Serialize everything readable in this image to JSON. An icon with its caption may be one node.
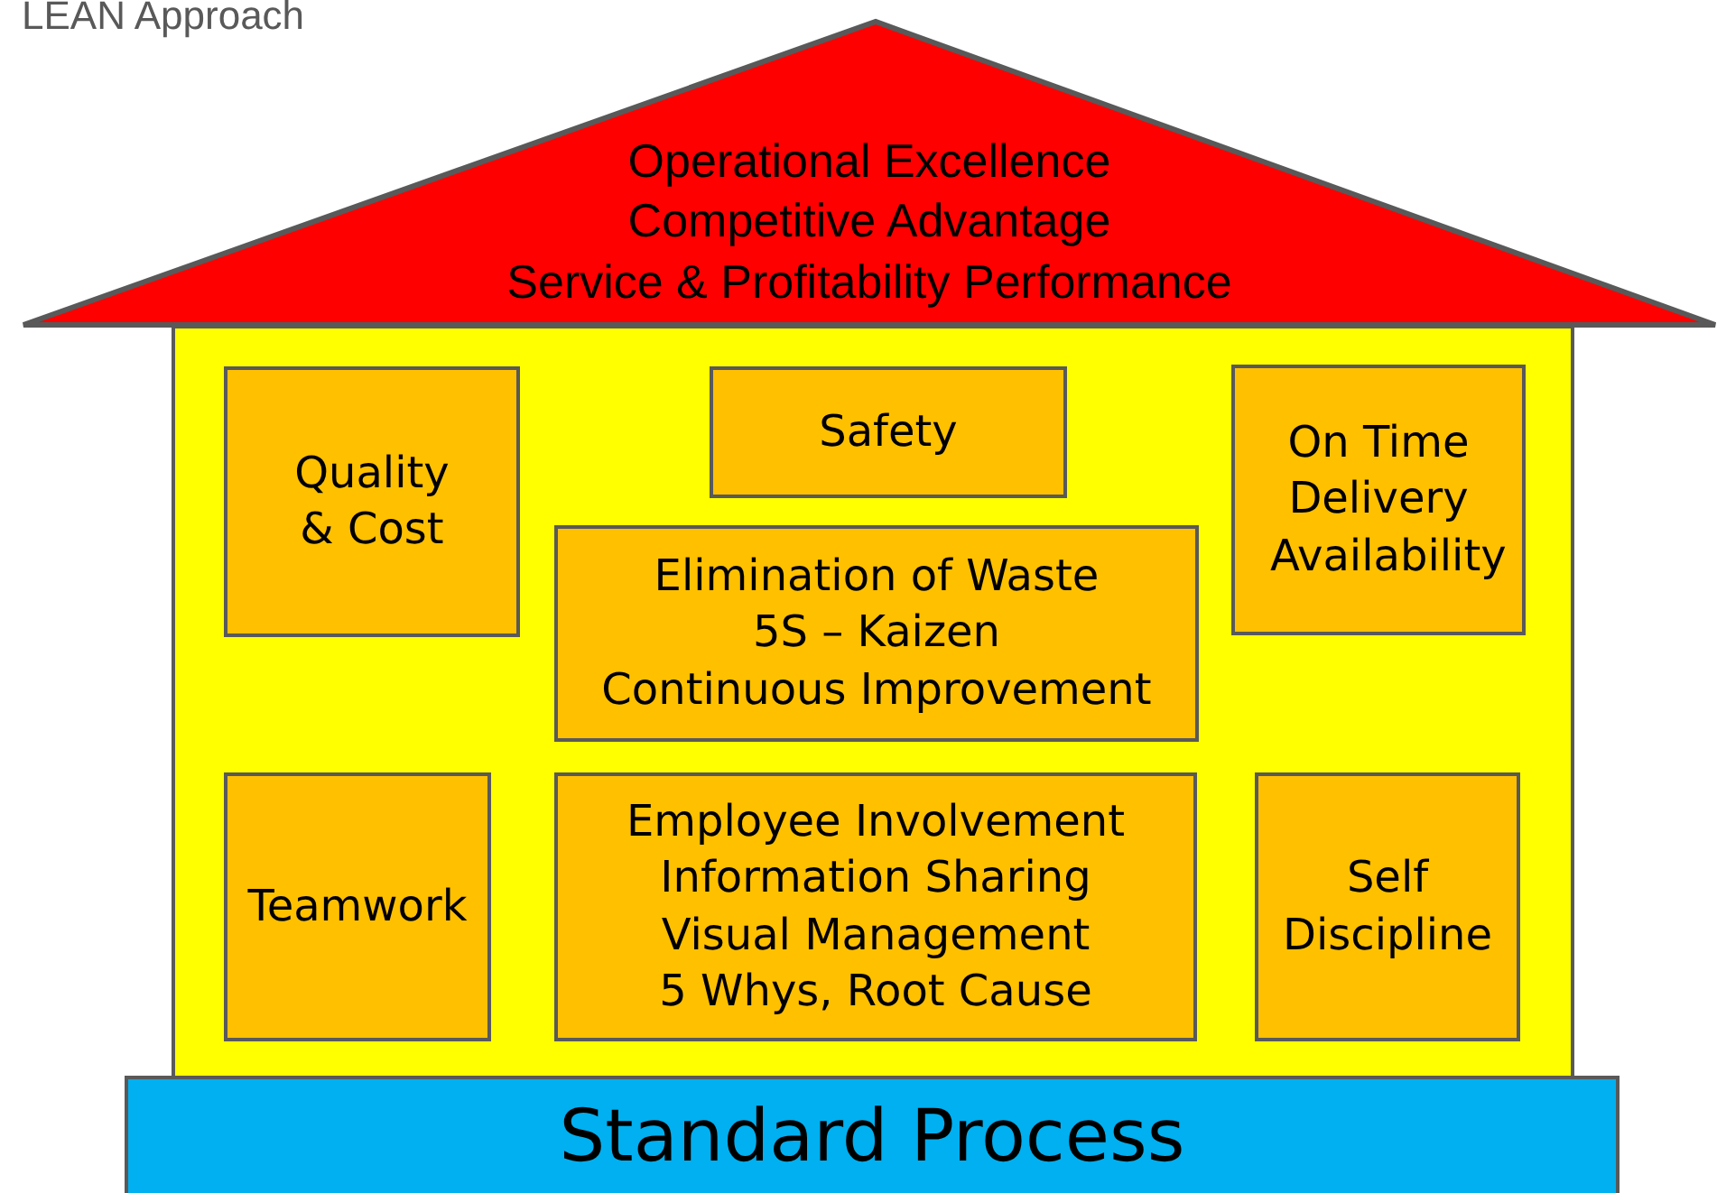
{
  "diagram": {
    "title": "LEAN Approach",
    "nodes": [
      {
        "text": [
          "Operational Excellence",
          "Competitive Advantage",
          "Service & Profitability Performance"
        ]
      },
      {
        "text": [],
        "shape": "box"
      },
      {
        "text": [
          "Quality & Cost"
        ],
        "in": 1
      },
      {
        "text": [
          "Safety"
        ],
        "in": 1
      },
      {
        "text": [
          "On Time Delivery",
          "Availability"
        ],
        "in": 1
      },
      {
        "text": [
          "Elimination of Waste",
          "5S – Kaizen",
          "Continuous Improvement"
        ],
        "in": 1
      },
      {
        "text": [
          "Teamwork"
        ],
        "in": 1
      },
      {
        "text": [
          "Employee Involvement",
          "Information Sharing",
          "Visual Management",
          "5 Whys, Root Cause"
        ],
        "in": 1
      },
      {
        "text": [
          "Self Discipline"
        ],
        "in": 1
      },
      {
        "text": [
          "Standard Process"
        ]
      }
    ],
    "edges": []
  }
}
